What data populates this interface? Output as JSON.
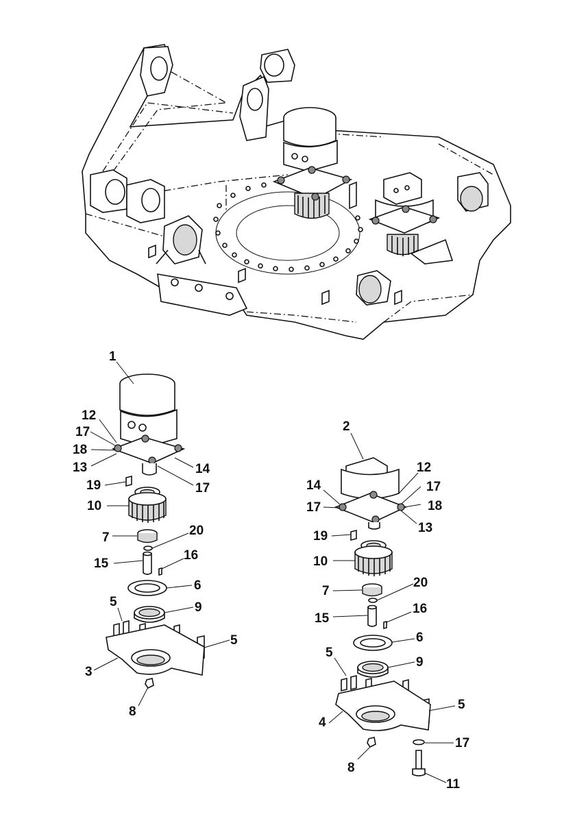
{
  "diagram": {
    "left_assembly": {
      "callouts": [
        "1",
        "12",
        "17",
        "18",
        "13",
        "14",
        "17",
        "19",
        "10",
        "7",
        "20",
        "15",
        "16",
        "6",
        "5",
        "9",
        "5",
        "3",
        "8"
      ]
    },
    "right_assembly": {
      "callouts": [
        "2",
        "12",
        "14",
        "17",
        "17",
        "18",
        "13",
        "19",
        "10",
        "7",
        "20",
        "15",
        "16",
        "6",
        "5",
        "9",
        "5",
        "4",
        "17",
        "8",
        "11"
      ]
    },
    "colors": {
      "ink": "#111111",
      "shade": "#d8d8d8",
      "background": "#ffffff"
    }
  }
}
